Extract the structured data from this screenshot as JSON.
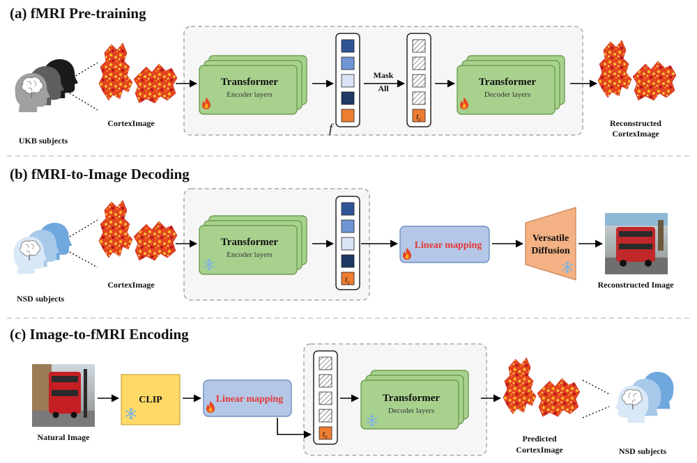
{
  "sections": {
    "a": {
      "title": "(a) fMRI Pre-training",
      "subjects_label": "UKB subjects",
      "input_label": "CortexImage",
      "encoder_title": "Transformer",
      "encoder_sub": "Encoder layers",
      "feature_symbol": "f",
      "mask_line1": "Mask",
      "mask_line2": "All",
      "decoder_title": "Transformer",
      "decoder_sub": "Decoder layers",
      "output_line1": "Reconstructed",
      "output_line2": "CortexImage",
      "token_label": "t",
      "token_sub": "c"
    },
    "b": {
      "title": "(b) fMRI-to-Image Decoding",
      "subjects_label": "NSD subjects",
      "input_label": "CortexImage",
      "encoder_title": "Transformer",
      "encoder_sub": "Encoder layers",
      "linear_label": "Linear mapping",
      "diffusion_line1": "Versatile",
      "diffusion_line2": "Diffusion",
      "output_label": "Reconstructed Image",
      "token_label": "t",
      "token_sub": "c"
    },
    "c": {
      "title": "(c) Image-to-fMRI Encoding",
      "input_label": "Natural Image",
      "clip_label": "CLIP",
      "linear_label": "Linear mapping",
      "decoder_title": "Transformer",
      "decoder_sub": "Decoder layers",
      "output_line1": "Predicted",
      "output_line2": "CortexImage",
      "subjects_label": "NSD subjects",
      "token_label": "t",
      "token_sub": "c"
    }
  },
  "colors": {
    "transformer_fill": "#a9d18e",
    "transformer_stroke": "#6a9c4e",
    "linear_fill": "#b4c7e7",
    "diffusion_fill": "#f4b183",
    "clip_fill": "#ffd966",
    "token_blue_dark": "#2f5597",
    "token_blue_mid": "#4472c4",
    "token_blue_light": "#8faadc",
    "token_blue_pale": "#dae3f3",
    "token_navy": "#1f3864",
    "token_orange": "#ed7d31",
    "cortex_red": "#d7261e",
    "cortex_orange": "#f28c28",
    "cortex_yellow": "#ffd23f",
    "head_gray": "#7f7f7f",
    "head_blue": "#9dc3e6"
  },
  "icons": {
    "trainable": "flame-icon",
    "frozen": "snowflake-icon",
    "subjects": "head-brain-icon"
  }
}
